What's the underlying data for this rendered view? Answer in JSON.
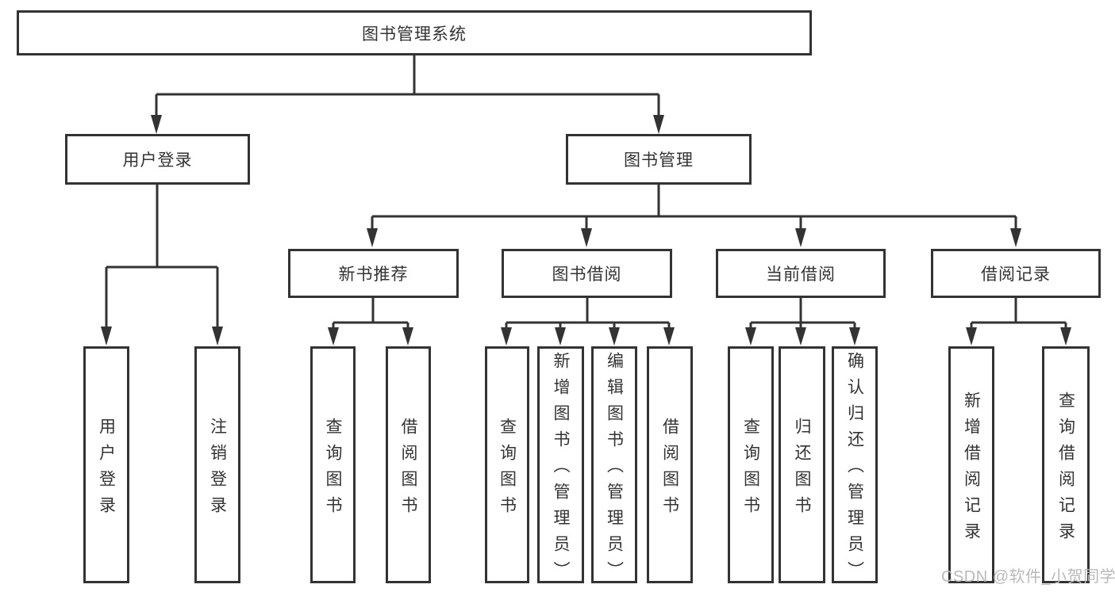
{
  "diagram": {
    "type": "hierarchy-tree",
    "colors": {
      "line": "#333333",
      "text": "#333333",
      "background": "#ffffff",
      "watermark_text": "#b9b9b9"
    },
    "tree": {
      "root": {
        "label": "图书管理系统",
        "children": [
          {
            "label": "用户登录",
            "children": [
              {
                "label": "用户登录"
              },
              {
                "label": "注销登录"
              }
            ]
          },
          {
            "label": "图书管理",
            "children": [
              {
                "label": "新书推荐",
                "children": [
                  {
                    "label": "查询图书"
                  },
                  {
                    "label": "借阅图书"
                  }
                ]
              },
              {
                "label": "图书借阅",
                "children": [
                  {
                    "label": "查询图书"
                  },
                  {
                    "label": "新增图书（管理员）"
                  },
                  {
                    "label": "编辑图书（管理员）"
                  },
                  {
                    "label": "借阅图书"
                  }
                ]
              },
              {
                "label": "当前借阅",
                "children": [
                  {
                    "label": "查询图书"
                  },
                  {
                    "label": "归还图书"
                  },
                  {
                    "label": "确认归还（管理员）"
                  }
                ]
              },
              {
                "label": "借阅记录",
                "children": [
                  {
                    "label": "新增借阅记录"
                  },
                  {
                    "label": "查询借阅记录"
                  }
                ]
              }
            ]
          }
        ]
      }
    },
    "watermark": {
      "text": "CSDN @软件_小贺同学"
    }
  }
}
